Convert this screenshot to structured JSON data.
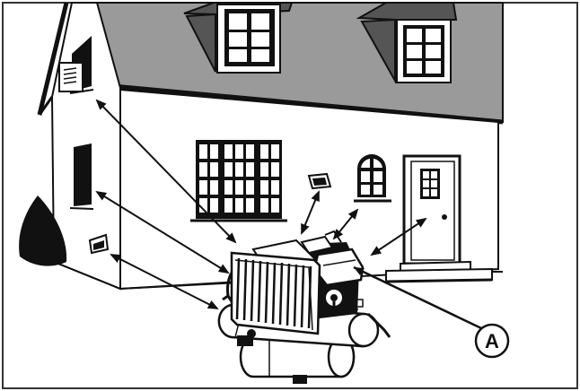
{
  "figure": {
    "callout": {
      "label": "A"
    },
    "colors": {
      "ink": "#111111",
      "roof": "#9a9a9a",
      "shadow": "#cccccc",
      "paper": "#ffffff",
      "frame": "#333333"
    },
    "icons": [
      "house-illustration",
      "air-compressor-illustration",
      "shrub",
      "exhaust-direction-arrow"
    ]
  }
}
